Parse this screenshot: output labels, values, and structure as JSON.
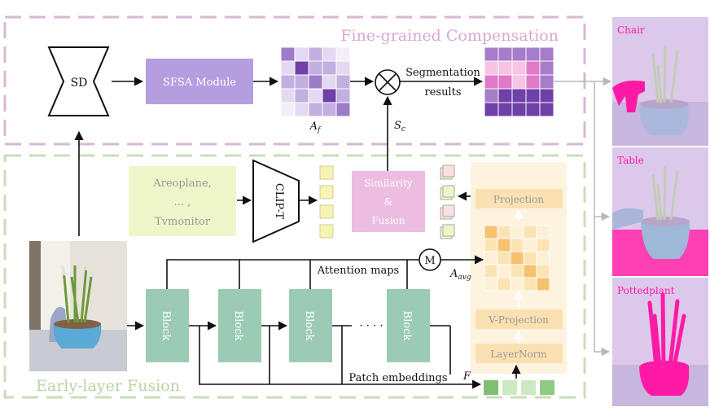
{
  "regions": {
    "fine_grained": "Fine-grained Compensation",
    "early_fusion": "Early-layer Fusion"
  },
  "nodes": {
    "sd": "SD",
    "sfsa": "SFSA Module",
    "af": "A_f",
    "multiply": "×",
    "segmentation_line1": "Segmentation",
    "segmentation_line2": "results",
    "sc": "S_c",
    "class_names": [
      "Areoplane,",
      "... ,",
      "Tvmonitor"
    ],
    "clip_t": "CLIP-T",
    "similarity_fusion": [
      "Similarity",
      "&",
      "Fusion"
    ],
    "projection": "Projection",
    "v_projection": "V-Projection",
    "layernorm": "LayerNorm",
    "blocks": [
      "Block",
      "Block",
      "Block",
      "Block"
    ],
    "ellipsis": "· · · ·",
    "attention_maps": "Attention maps",
    "mean_op": "M",
    "a_avg": "A_avg",
    "patch_embeddings": "Patch embeddings",
    "f_label": "F"
  },
  "results": [
    "Chair",
    "Table",
    "Pottedplant"
  ],
  "colors": {
    "block": "#9ccbb5",
    "sfsa": "#b59ee0",
    "class_box": "#eef6c9",
    "similarity": "#ecbde1",
    "panel": "#fdf3df",
    "highlight": "#ff1aa6",
    "region_fine": "#d9b7d3",
    "region_early": "#cbdcb8"
  }
}
